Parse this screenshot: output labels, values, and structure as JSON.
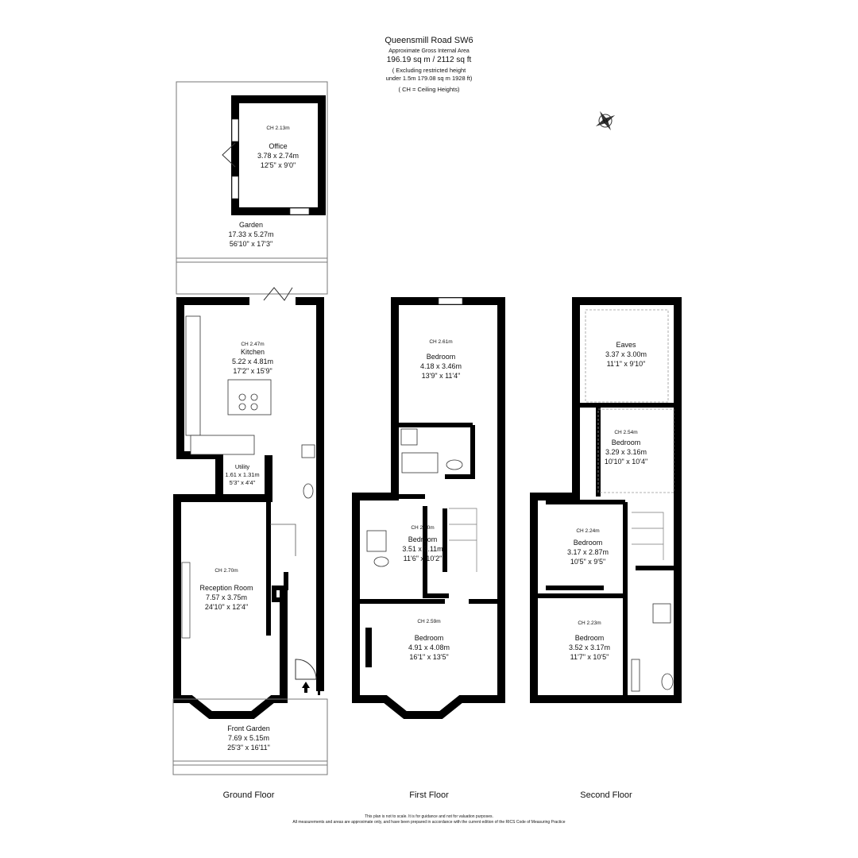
{
  "header": {
    "title": "Queensmill Road SW6",
    "subtitle": "Approximate Gross Internal Area",
    "area": "196.19 sq m / 2112 sq ft",
    "excluding_line1": "( Excluding restricted height",
    "excluding_line2": "under 1.5m 179.08 sq m 1928 ft)",
    "ch_note": "( CH = Ceiling Heights)"
  },
  "compass": {
    "label": "N",
    "icon": "compass-icon"
  },
  "ground_floor": {
    "label": "Ground Floor",
    "rooms": [
      {
        "name": "Office",
        "ch": "CH 2.13m",
        "metric": "3.78 x 2.74m",
        "imperial": "12'5\" x 9'0\""
      },
      {
        "name": "Garden",
        "metric": "17.33 x 5.27m",
        "imperial": "56'10\" x 17'3\""
      },
      {
        "name": "Kitchen",
        "ch": "CH 2.47m",
        "metric": "5.22 x 4.81m",
        "imperial": "17'2\" x 15'9\""
      },
      {
        "name": "Utility",
        "metric": "1.61 x 1.31m",
        "imperial": "5'3\" x 4'4\""
      },
      {
        "name": "Reception Room",
        "ch": "CH 2.70m",
        "metric": "7.57 x 3.75m",
        "imperial": "24'10\" x 12'4\""
      },
      {
        "name": "Front Garden",
        "metric": "7.69 x 5.15m",
        "imperial": "25'3\" x 16'11\""
      }
    ]
  },
  "first_floor": {
    "label": "First Floor",
    "rooms": [
      {
        "name": "Bedroom",
        "ch": "CH 2.61m",
        "metric": "4.18 x 3.46m",
        "imperial": "13'9\" x 11'4\""
      },
      {
        "name": "Bedroom",
        "ch": "CH 2.60m",
        "metric": "3.51 x 3.11m",
        "imperial": "11'6\" x 10'2\""
      },
      {
        "name": "Bedroom",
        "ch": "CH 2.59m",
        "metric": "4.91 x 4.08m",
        "imperial": "16'1\" x 13'5\""
      }
    ]
  },
  "second_floor": {
    "label": "Second Floor",
    "rooms": [
      {
        "name": "Eaves",
        "metric": "3.37 x 3.00m",
        "imperial": "11'1\" x 9'10\""
      },
      {
        "name": "Bedroom",
        "ch": "CH 2.54m",
        "metric": "3.29 x 3.16m",
        "imperial": "10'10\" x 10'4\""
      },
      {
        "name": "Bedroom",
        "ch": "CH 2.24m",
        "metric": "3.17 x 2.87m",
        "imperial": "10'5\" x 9'5\""
      },
      {
        "name": "Bedroom",
        "ch": "CH 2.23m",
        "metric": "3.52 x 3.17m",
        "imperial": "11'7\" x 10'5\""
      }
    ]
  },
  "disclaimer": {
    "line1": "This plan is not to scale. It is for guidance and not for valuation purposes.",
    "line2": "All measurements and areas are approximate only, and have been prepared in accordance with the current edition of the RICS Code of Measuring Practice"
  }
}
